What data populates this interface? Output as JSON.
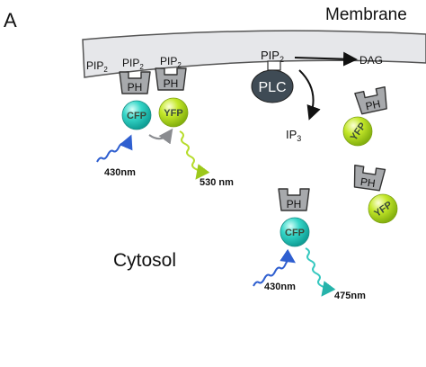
{
  "panel_label": "A",
  "membrane_label": "Membrane",
  "cytosol_label": "Cytosol",
  "pip2_base": "PIP",
  "pip2_sub": "2",
  "ip3_base": "IP",
  "ip3_sub": "3",
  "dag_label": "DAG",
  "plc_label": "PLC",
  "ph_label": "PH",
  "cfp_label": "CFP",
  "yfp_label": "YFP",
  "wavelengths": {
    "excitation": "430nm",
    "fret_emission": "530 nm",
    "cfp_emission": "475nm"
  },
  "colors": {
    "membrane": "#e6e7ea",
    "ph_domain": "#a7a9ac",
    "plc": "#3f4b55",
    "cfp": "#35d6c8",
    "yfp": "#c4e82a",
    "wave_430": "#2f5fd0",
    "wave_530": "#b6dc2a",
    "wave_475": "#35c8bf"
  }
}
